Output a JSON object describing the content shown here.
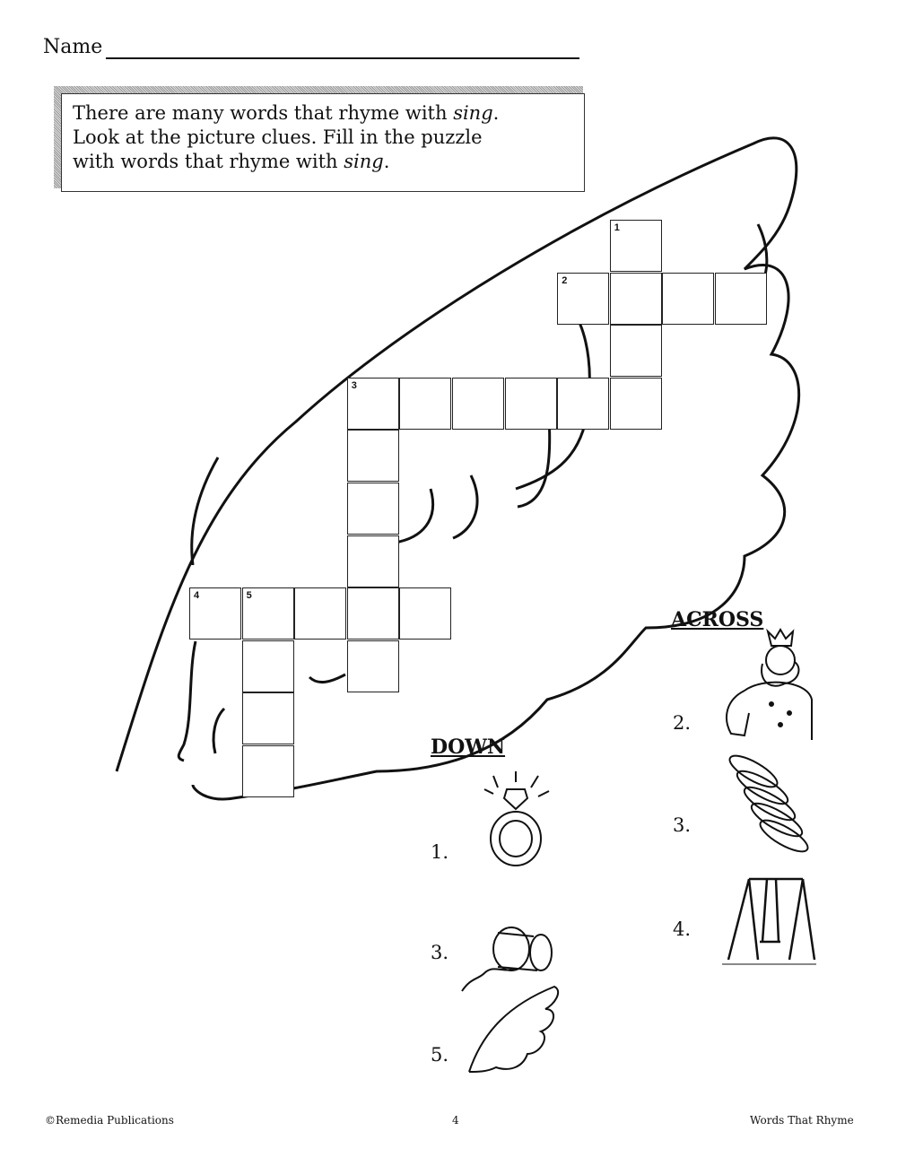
{
  "header": {
    "name_label": "Name"
  },
  "instructions": {
    "line1_pre": "There are many words that rhyme with ",
    "line1_em": "sing",
    "line1_post": ".",
    "line2": "Look at the picture clues.  Fill in the puzzle",
    "line3_pre": "with words that rhyme with ",
    "line3_em": "sing",
    "line3_post": "."
  },
  "puzzle": {
    "clue_numbers": [
      "1",
      "2",
      "3",
      "4",
      "5"
    ]
  },
  "across": {
    "heading": "ACROSS",
    "clues": [
      {
        "number": "2.",
        "picture": "king-icon"
      },
      {
        "number": "3.",
        "picture": "spring-icon"
      },
      {
        "number": "4.",
        "picture": "swing-icon"
      }
    ]
  },
  "down": {
    "heading": "DOWN",
    "clues": [
      {
        "number": "1.",
        "picture": "ring-icon"
      },
      {
        "number": "3.",
        "picture": "string-icon"
      },
      {
        "number": "5.",
        "picture": "wing-icon"
      }
    ]
  },
  "footer": {
    "left": "©Remedia Publications",
    "center": "4",
    "right": "Words That Rhyme"
  }
}
